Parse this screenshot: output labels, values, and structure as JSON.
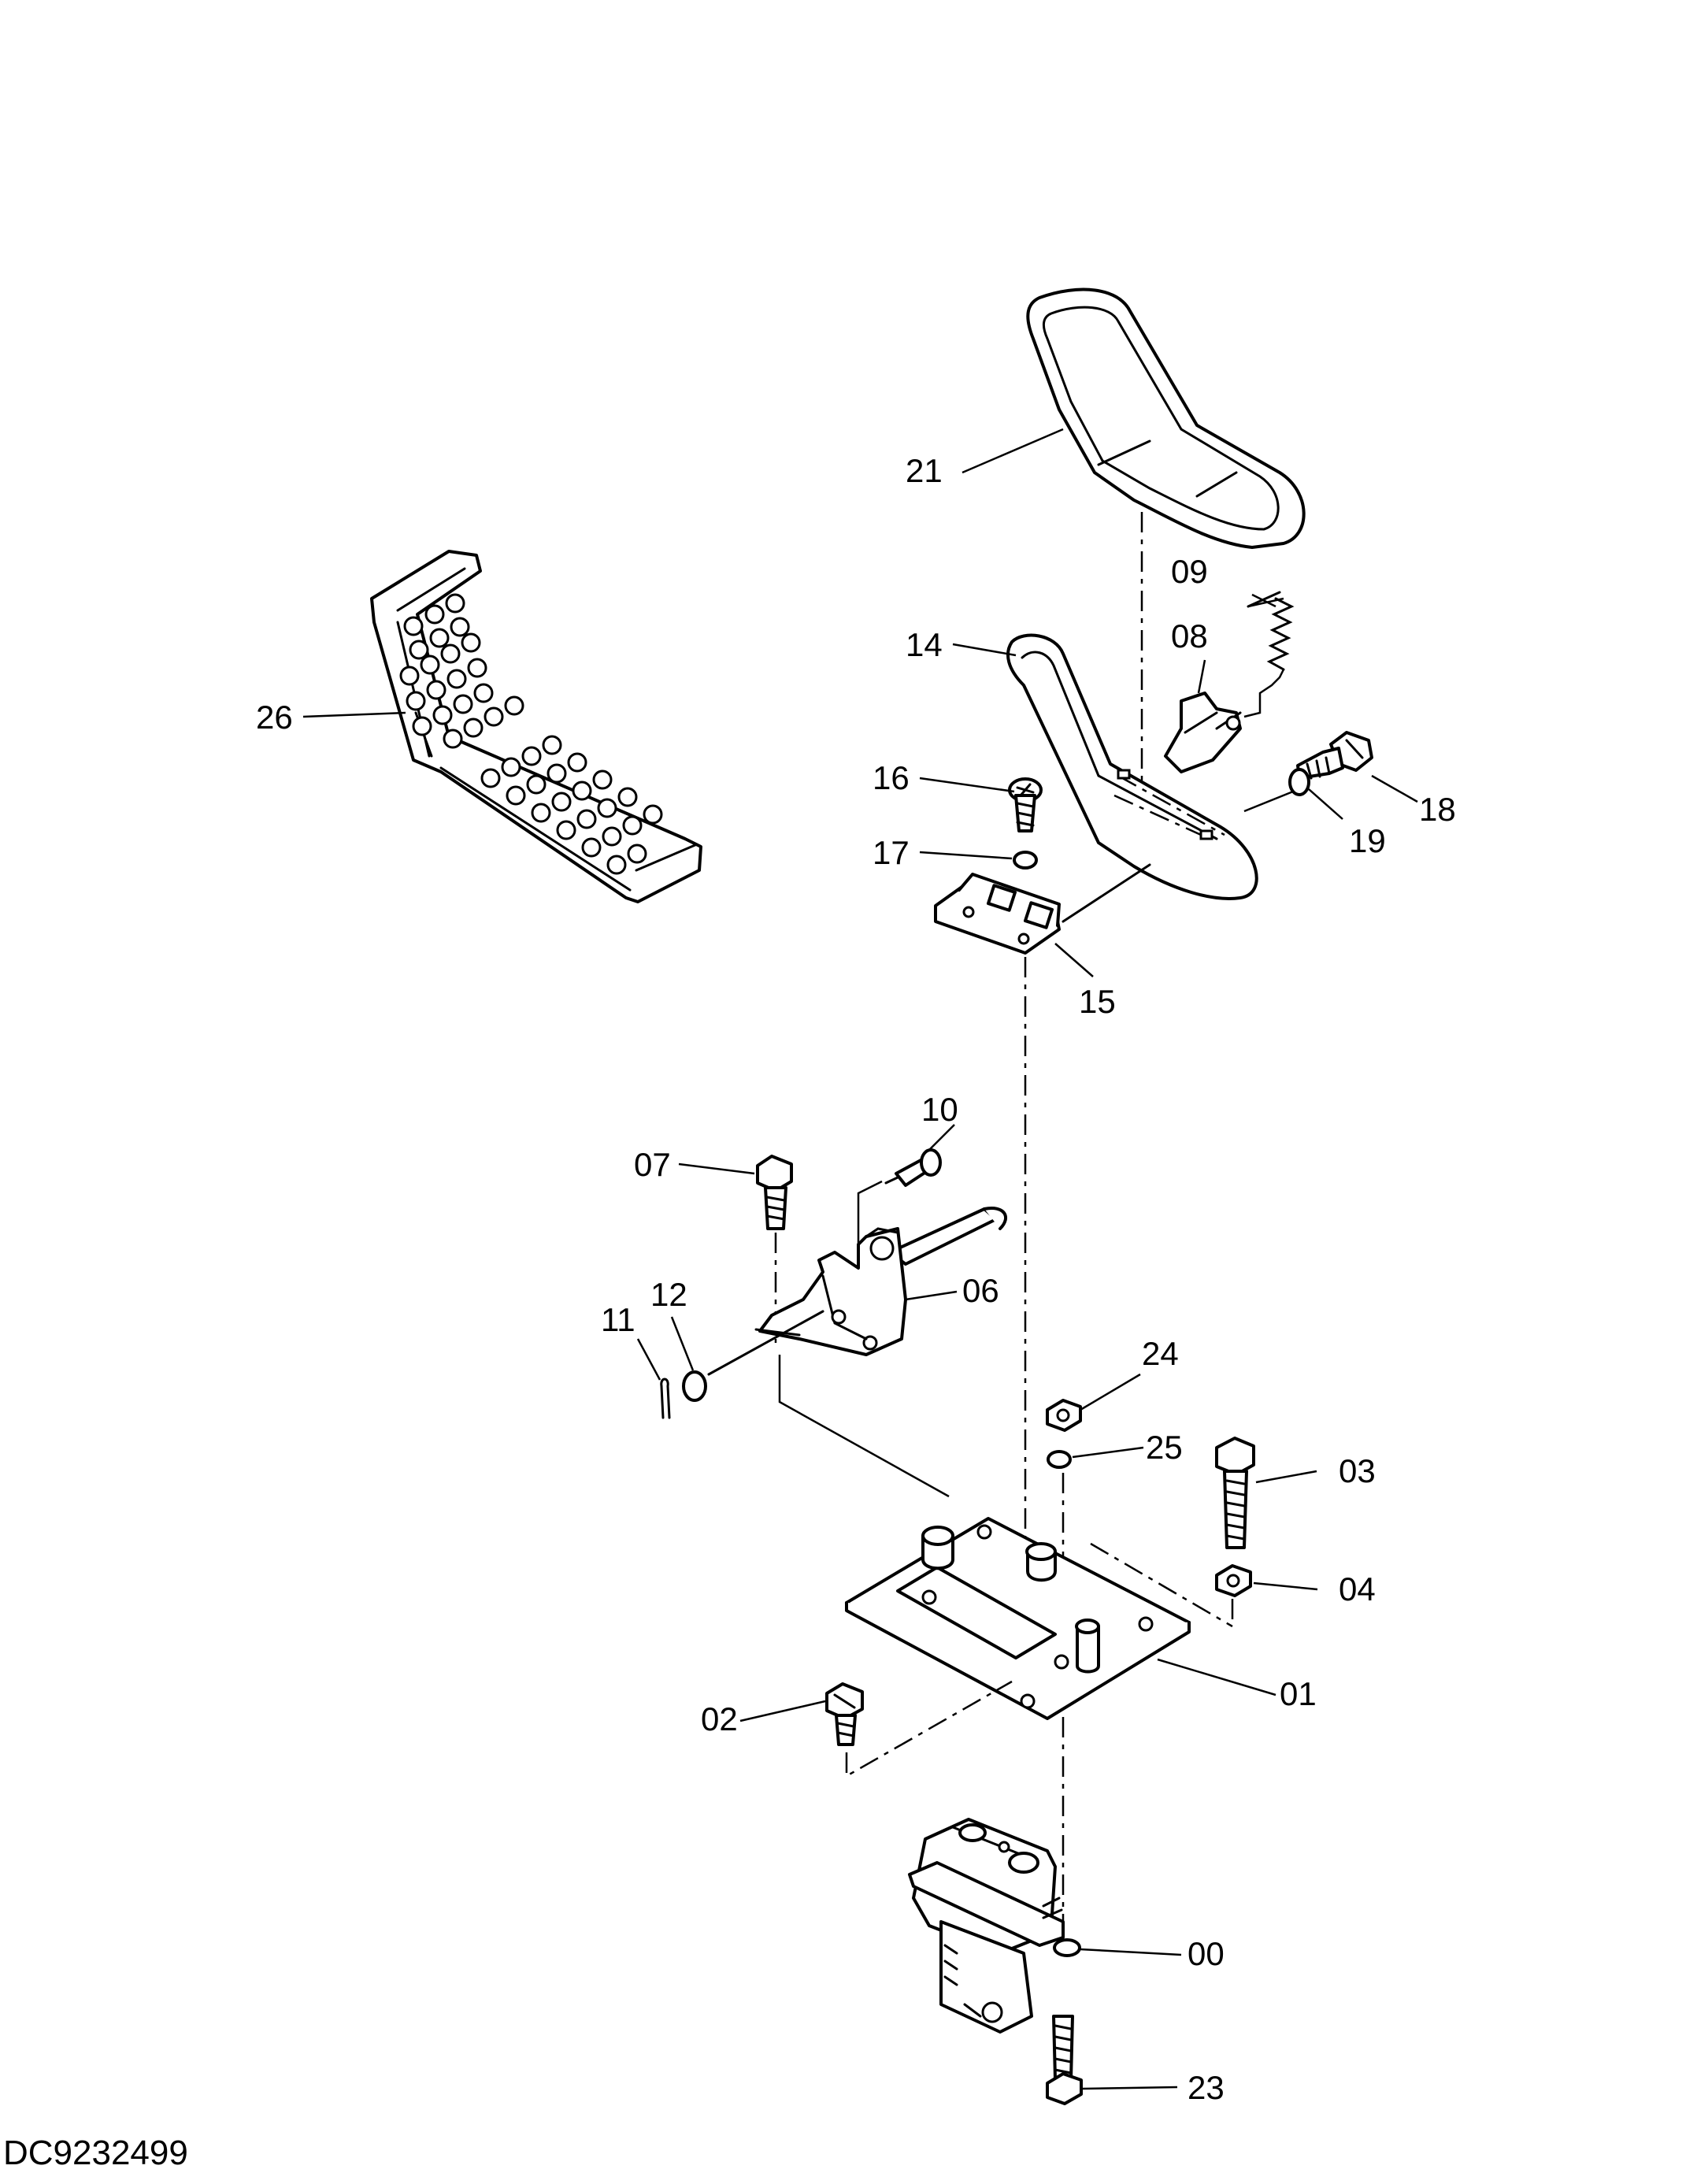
{
  "drawing_code": "DC9232499",
  "callouts": [
    "00",
    "01",
    "02",
    "03",
    "04",
    "06",
    "07",
    "08",
    "09",
    "10",
    "11",
    "12",
    "14",
    "15",
    "16",
    "17",
    "18",
    "19",
    "21",
    "23",
    "24",
    "25",
    "26"
  ]
}
